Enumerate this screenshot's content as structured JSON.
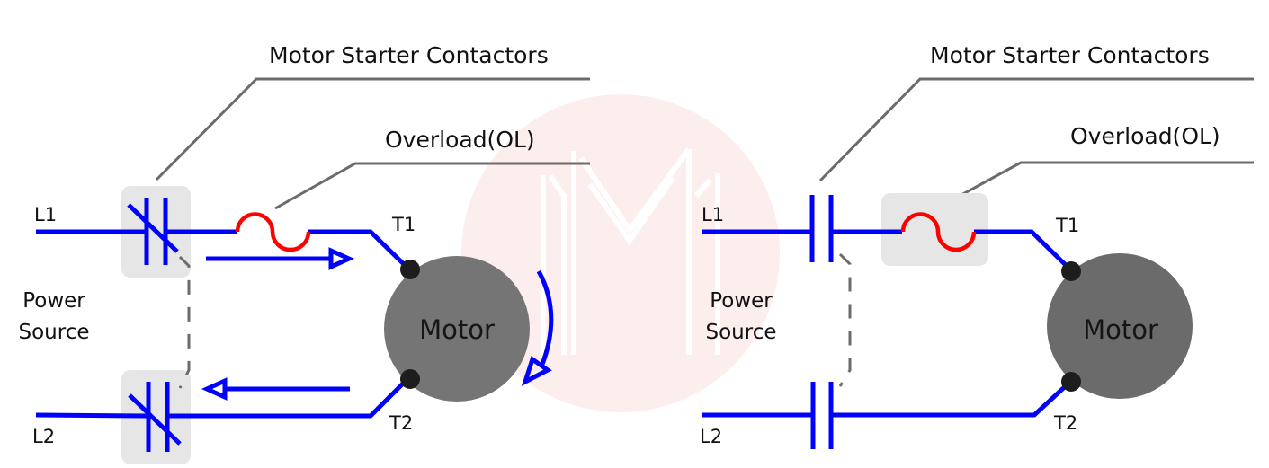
{
  "colors": {
    "wire": "#0000ff",
    "overload": "#ff0000",
    "motor": "#6b6b6b",
    "leader": "#6b6b6b",
    "highlight_box": "#e6e6e6",
    "watermark": "#fdeeee"
  },
  "watermark": {
    "icon": "m-logo-icon"
  },
  "panels": [
    {
      "id": "left",
      "contact_type": "normally-closed",
      "highlighted": "contactors",
      "labels": {
        "contactors": "Motor Starter Contactors",
        "overload": "Overload(OL)",
        "line1": "L1",
        "line2": "L2",
        "power_source_line1": "Power",
        "power_source_line2": "Source",
        "terminal1": "T1",
        "terminal2": "T2",
        "motor": "Motor"
      },
      "current_flow_arrows": true,
      "rotation_arrow": true
    },
    {
      "id": "right",
      "contact_type": "normally-open",
      "highlighted": "overload",
      "labels": {
        "contactors": "Motor Starter Contactors",
        "overload": "Overload(OL)",
        "line1": "L1",
        "line2": "L2",
        "power_source_line1": "Power",
        "power_source_line2": "Source",
        "terminal1": "T1",
        "terminal2": "T2",
        "motor": "Motor"
      },
      "current_flow_arrows": false,
      "rotation_arrow": false
    }
  ]
}
